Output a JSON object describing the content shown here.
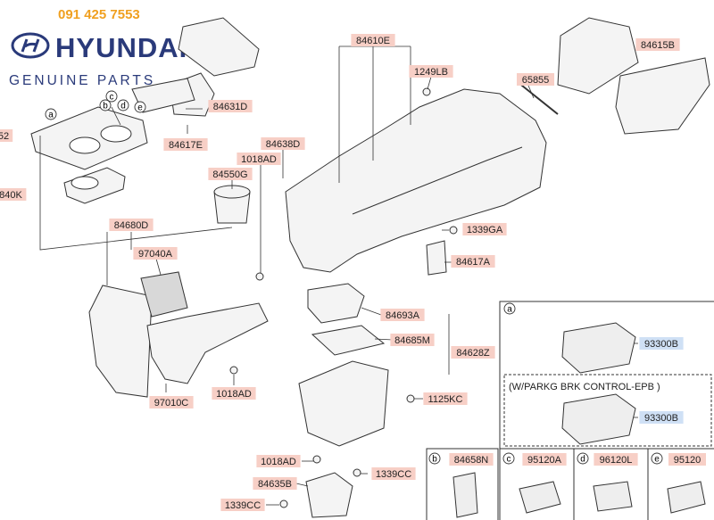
{
  "brand": {
    "phone": "091 425 7553",
    "name": "HYUNDAI",
    "tagline": "GENUINE PARTS",
    "logo_icon": "hyundai-logo-icon",
    "colors": {
      "phone": "#f0a020",
      "brand": "#2a3a7a",
      "label_fill": "#f7cfc6",
      "highlight_fill": "#cfe0f5"
    }
  },
  "part_labels": [
    {
      "id": "l1",
      "text": "84610E"
    },
    {
      "id": "l2",
      "text": "1249LB"
    },
    {
      "id": "l3",
      "text": "65855"
    },
    {
      "id": "l4",
      "text": "84615B"
    },
    {
      "id": "l5",
      "text": "84631D"
    },
    {
      "id": "l6",
      "text": "84617E"
    },
    {
      "id": "l7",
      "text": "84638D"
    },
    {
      "id": "l8",
      "text": "1018AD"
    },
    {
      "id": "l9",
      "text": "84550G"
    },
    {
      "id": "l10",
      "text": "840K"
    },
    {
      "id": "l11",
      "text": "52"
    },
    {
      "id": "l12",
      "text": "84680D"
    },
    {
      "id": "l13",
      "text": "97040A"
    },
    {
      "id": "l14",
      "text": "1339GA"
    },
    {
      "id": "l15",
      "text": "84617A"
    },
    {
      "id": "l16",
      "text": "84693A"
    },
    {
      "id": "l17",
      "text": "84685M"
    },
    {
      "id": "l18",
      "text": "84628Z"
    },
    {
      "id": "l19",
      "text": "97010C"
    },
    {
      "id": "l20",
      "text": "1018AD"
    },
    {
      "id": "l21",
      "text": "1125KC"
    },
    {
      "id": "l22",
      "text": "1018AD"
    },
    {
      "id": "l23",
      "text": "1339CC"
    },
    {
      "id": "l24",
      "text": "84635B"
    },
    {
      "id": "l25",
      "text": "1339CC"
    },
    {
      "id": "l26",
      "text": "84658N"
    },
    {
      "id": "l27",
      "text": "95120A"
    },
    {
      "id": "l28",
      "text": "96120L"
    },
    {
      "id": "l29",
      "text": "95120"
    },
    {
      "id": "l30",
      "text": "93300B"
    },
    {
      "id": "l31",
      "text": "93300B"
    }
  ],
  "callouts": [
    {
      "id": "c1",
      "text": "a"
    },
    {
      "id": "c2",
      "text": "b"
    },
    {
      "id": "c3",
      "text": "c"
    },
    {
      "id": "c4",
      "text": "d"
    },
    {
      "id": "c5",
      "text": "e"
    },
    {
      "id": "c6",
      "text": "a"
    },
    {
      "id": "c7",
      "text": "b"
    },
    {
      "id": "c8",
      "text": "c"
    },
    {
      "id": "c9",
      "text": "d"
    },
    {
      "id": "c10",
      "text": "e"
    }
  ],
  "inset": {
    "variant_label": "(W/PARKG BRK CONTROL-EPB )"
  }
}
